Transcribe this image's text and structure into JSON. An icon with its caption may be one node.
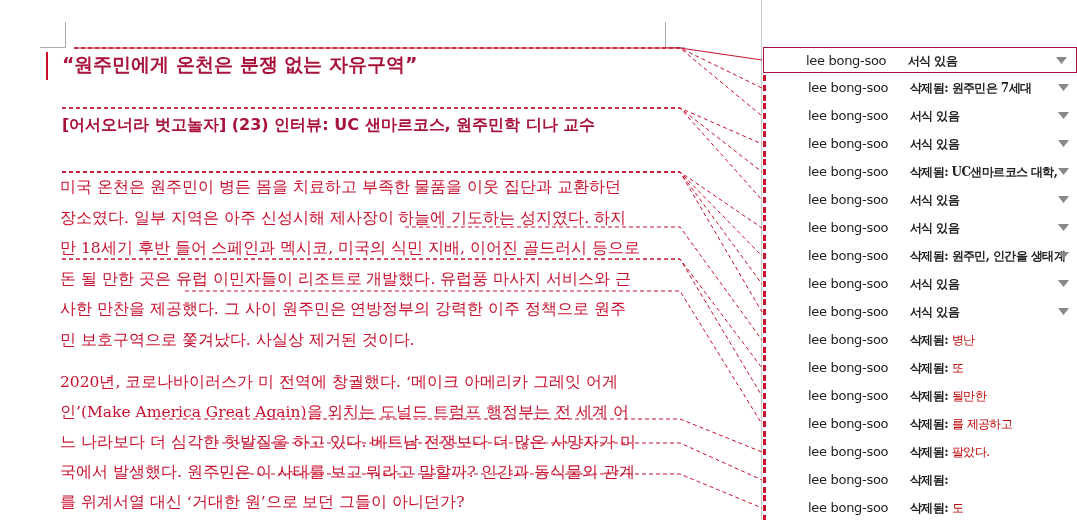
{
  "diagram": {
    "nodes": [
      {
        "text": [
          "“원주민에게 온천은 분쟁 없는 자유구역”"
        ]
      },
      {
        "text": [
          "[어서오너라 벗고놀자] (23) 인터뷰:  UC 샌마르코스, 원주민학 디나 교수"
        ]
      },
      {
        "text": [
          "미국 온천은 원주민이 병든 몸을 치료하고 부족한 물품을 이웃 집단과 교환하던 장소였다. 일부 지역은 아주 신성시해 제사장이 하늘에 기도하는 성지였다. 하지만 18세기 후반 들어 스페인과 멕시코, 미국의 식민 지배, 이어진 골드러시 등으로 돈 될 만한 곳은 유럽 이민자들이 리조트로 개발했다. 유럽풍 마사지 서비스와 근사한 만찬을 제공했다. 그 사이 원주민은 연방정부의 강력한 이주 정책으로 원주민 보호구역으로 쫓겨났다. 사실상 제거된 것이다."
        ]
      },
      {
        "text": [
          "2020년, 코로나바이러스가 미 전역에 창궐했다. ‘메이크 아메리카 그레잇 어게인’(Make America Great Again)을 외치는 도널드 트럼프 행정부는 전 세계 어느 나라보다 더 심각한 헛발질을 하고 있다. 베트남 전쟁보다 더 많은 사망자가 미국에서 발생했다. 원주민은 이 사태를 보고 뭐라고 말할까? 인간과 동식물의 관계를 위계서열 대신 ‘거대한 원’으로 보던 그들이 아니던가?"
        ]
      },
      {
        "text": [
          "lee bong-soo",
          "서식 있음"
        ]
      },
      {
        "text": [
          "lee bong-soo",
          "삭제됨: 원주민은 7세대"
        ]
      },
      {
        "text": [
          "lee bong-soo",
          "서식 있음"
        ]
      },
      {
        "text": [
          "lee bong-soo",
          "서식 있음"
        ]
      },
      {
        "text": [
          "lee bong-soo",
          "삭제됨: UC샌마르코스 대학,"
        ]
      },
      {
        "text": [
          "lee bong-soo",
          "서식 있음"
        ]
      },
      {
        "text": [
          "lee bong-soo",
          "서식 있음"
        ]
      },
      {
        "text": [
          "lee bong-soo",
          "삭제됨: 원주민, 인간을 생태계"
        ]
      },
      {
        "text": [
          "lee bong-soo",
          "서식 있음"
        ]
      },
      {
        "text": [
          "lee bong-soo",
          "서식 있음"
        ]
      },
      {
        "text": [
          "lee bong-soo",
          "삭제됨:",
          "병난"
        ]
      },
      {
        "text": [
          "lee bong-soo",
          "삭제됨:",
          "또"
        ]
      },
      {
        "text": [
          "lee bong-soo",
          "삭제됨:",
          "될만한"
        ]
      },
      {
        "text": [
          "lee bong-soo",
          "삭제됨:",
          "를 제공하고"
        ]
      },
      {
        "text": [
          "lee bong-soo",
          "삭제됨:",
          "팔았다."
        ]
      },
      {
        "text": [
          "lee bong-soo",
          "삭제됨:"
        ]
      },
      {
        "text": [
          "lee bong-soo",
          "삭제됨:",
          "도"
        ]
      }
    ],
    "edges": [
      {
        "from": 0,
        "to": 4,
        "arrow": "none"
      },
      {
        "from": 0,
        "to": 5,
        "arrow": "none",
        "style": "dashed"
      },
      {
        "from": 0,
        "to": 6,
        "arrow": "none",
        "style": "dashed"
      },
      {
        "from": 1,
        "to": 7,
        "arrow": "none",
        "style": "dashed"
      },
      {
        "from": 1,
        "to": 8,
        "arrow": "none",
        "style": "dashed"
      },
      {
        "from": 1,
        "to": 9,
        "arrow": "none",
        "style": "dashed"
      },
      {
        "from": 2,
        "to": 10,
        "arrow": "none",
        "style": "dashed"
      },
      {
        "from": 2,
        "to": 11,
        "arrow": "none",
        "style": "dashed"
      },
      {
        "from": 2,
        "to": 12,
        "arrow": "none",
        "style": "dashed"
      },
      {
        "from": 2,
        "to": 13,
        "arrow": "none",
        "style": "dashed"
      },
      {
        "from": 2,
        "to": 14,
        "arrow": "none",
        "style": "dashed"
      },
      {
        "from": 2,
        "to": 15,
        "arrow": "none",
        "style": "dashed"
      },
      {
        "from": 2,
        "to": 16,
        "arrow": "none",
        "style": "dashed"
      },
      {
        "from": 2,
        "to": 17,
        "arrow": "none",
        "style": "dashed"
      },
      {
        "from": 3,
        "to": 18,
        "arrow": "none",
        "style": "dashed"
      },
      {
        "from": 3,
        "to": 19,
        "arrow": "none",
        "style": "dashed"
      },
      {
        "from": 3,
        "to": 20,
        "arrow": "none",
        "style": "dashed"
      }
    ]
  }
}
